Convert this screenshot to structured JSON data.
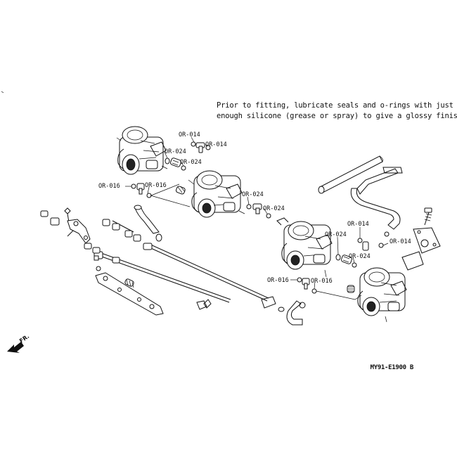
{
  "note": {
    "line1": "Prior to fitting, lubricate seals and o-rings with just",
    "line2": "enough silicone (grease or spray) to give a glossy finish."
  },
  "reference_code": "MY91-E1900 B",
  "direction_label": "FR.",
  "callouts": {
    "c1": "OR-014",
    "c2": "OR-014",
    "c3": "OR-024",
    "c4": "OR-024",
    "c5": "OR-016",
    "c6": "OR-016",
    "c7": "OR-024",
    "c8": "OR-024",
    "c9": "OR-014",
    "c10": "OR-024",
    "c11": "OR-014",
    "c12": "OR-024",
    "c13": "OR-016",
    "c14": "OR-016"
  }
}
